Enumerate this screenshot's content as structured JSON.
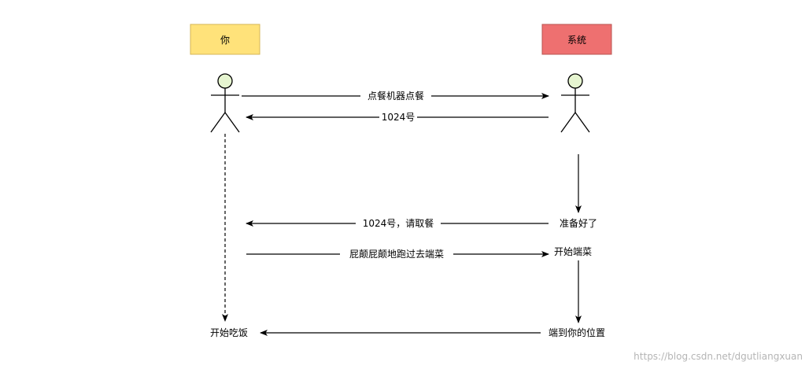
{
  "actors": {
    "you": {
      "label": "你",
      "fill": "#FFE27A",
      "stroke": "#D6B656"
    },
    "system": {
      "label": "系统",
      "fill": "#EE7070",
      "stroke": "#B85450"
    }
  },
  "messages": {
    "order": "点餐机器点餐",
    "number": "1024号",
    "ready_notice": "1024号，请取餐",
    "run_to_fetch": "屁颠屁颠地跑过去端菜"
  },
  "states": {
    "ready": "准备好了",
    "start_serving": "开始端菜",
    "served": "端到你的位置",
    "start_eating": "开始吃饭"
  },
  "watermark": "https://blog.csdn.net/dgutliangxuan",
  "colors": {
    "stick_head": "#E6F5D0",
    "line": "#000000"
  }
}
